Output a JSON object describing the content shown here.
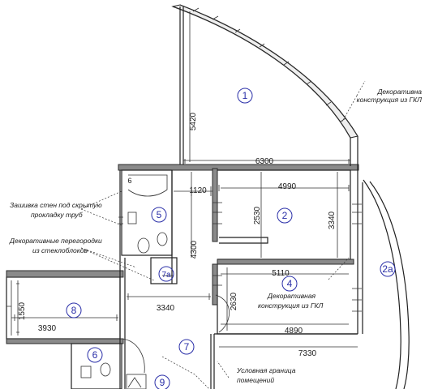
{
  "rooms": {
    "r1": "1",
    "r2": "2",
    "r2a": "2а",
    "r4": "4",
    "r5": "5",
    "r6": "6",
    "r7": "7",
    "r7a": "7а",
    "r8": "8",
    "r9": "9"
  },
  "dimensions": {
    "d5420": "5420",
    "d6300": "6300",
    "d1120": "1120",
    "d4990": "4990",
    "d2530": "2530",
    "d3340_vert": "3340",
    "d4300": "4300",
    "d5110": "5110",
    "d2630": "2630",
    "d3340_horiz": "3340",
    "d4890": "4890",
    "d7330": "7330",
    "d1550": "1550",
    "d3930": "3930",
    "d6_small": "6"
  },
  "notes": {
    "deco_gkl_top_l1": "Декоративна",
    "deco_gkl_top_l2": "конструкция из ГКЛ",
    "wall_lining_l1": "Зашивка стен под скрытую",
    "wall_lining_l2": "прокладку труб",
    "glass_partitions_l1": "Декоративные перегородки",
    "glass_partitions_l2": "из стеклоблоков",
    "deco_gkl_mid_l1": "Декоративная",
    "deco_gkl_mid_l2": "конструкция из ГКЛ",
    "boundary_l1": "Условная граница",
    "boundary_l2": "помещений"
  }
}
